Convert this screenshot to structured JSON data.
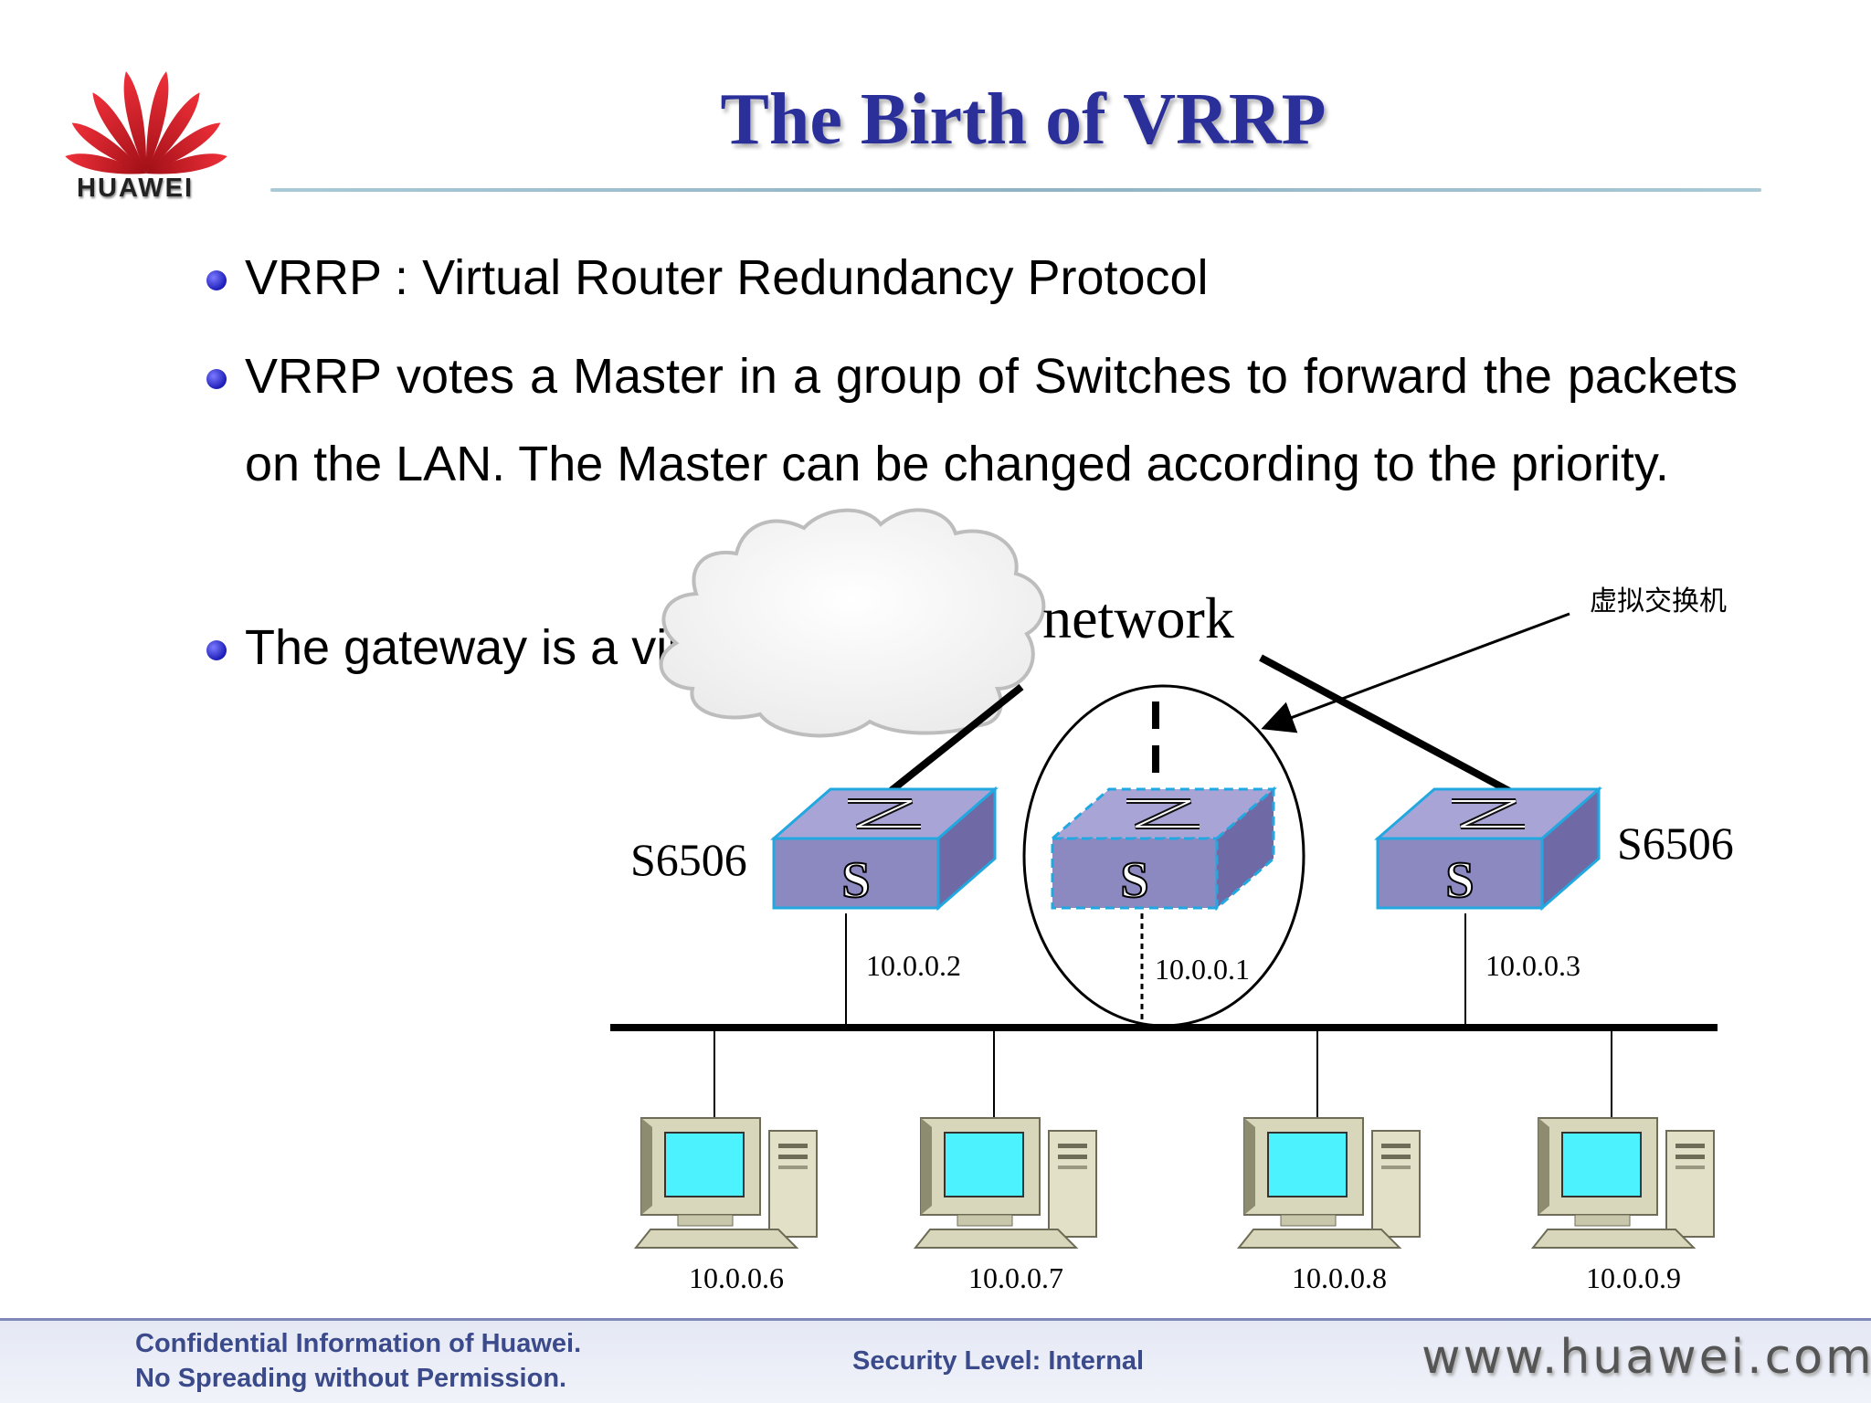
{
  "logo": {
    "wordmark": "HUAWEI",
    "colors": [
      "#e3151f",
      "#a00f16"
    ]
  },
  "title": "The Birth of VRRP",
  "bullets": [
    "VRRP : Virtual Router Redundancy Protocol",
    "VRRP votes a Master in a group of Switches to forward the packets on the LAN. The Master can be changed according to the priority.",
    "The gateway is a virtual Switch."
  ],
  "diagram": {
    "cloud_label": "network",
    "virtual_switch_note": "虚拟交换机",
    "switches": [
      {
        "model": "S6506",
        "ip": "10.0.0.2",
        "letter": "S",
        "virtual": false
      },
      {
        "model": "",
        "ip": "10.0.0.1",
        "letter": "S",
        "virtual": true
      },
      {
        "model": "S6506",
        "ip": "10.0.0.3",
        "letter": "S",
        "virtual": false
      }
    ],
    "hosts": [
      {
        "ip": "10.0.0.6"
      },
      {
        "ip": "10.0.0.7"
      },
      {
        "ip": "10.0.0.8"
      },
      {
        "ip": "10.0.0.9"
      }
    ],
    "colors": {
      "switch_top": "#a8a4d6",
      "switch_front": "#8c88c0",
      "switch_side": "#6f6aa6",
      "screen": "#4df2ff"
    }
  },
  "footer": {
    "confidential_line1": "Confidential Information of Huawei.",
    "confidential_line2": "No Spreading without Permission.",
    "security": "Security Level: Internal",
    "url": "www.huawei.com"
  }
}
